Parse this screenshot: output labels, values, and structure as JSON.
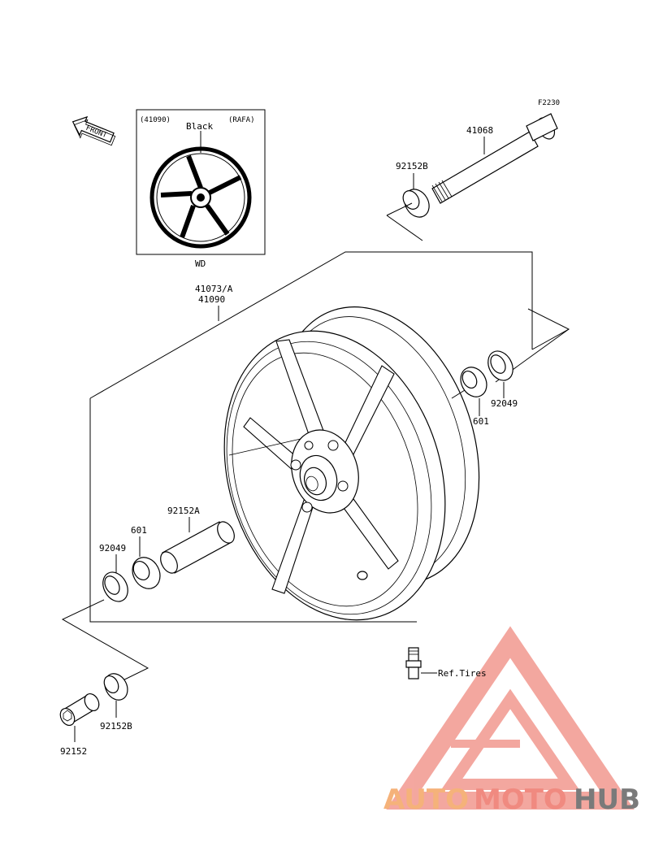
{
  "figure_code": "F2230",
  "front_arrow_text": "FRONT",
  "inset": {
    "part_no": "(41090)",
    "color": "Black",
    "variant": "(RAFA)",
    "note": "WD"
  },
  "parts": {
    "axle": "41068",
    "collar_right": "92152B",
    "wheel_line1": "41073/A",
    "wheel_line2": "41090",
    "bearing_right": "601",
    "seal_right": "92049",
    "spacer": "92152A",
    "bearing_left": "601",
    "seal_left": "92049",
    "collar_left": "92152B",
    "collar_outer": "92152",
    "valve_ref": "Ref.Tires"
  },
  "watermark": {
    "part1": "AUTO",
    "part2": "MOTO",
    "part3": "HUB",
    "color_auto": "#f5b27a",
    "color_moto": "#f08a80",
    "color_hub": "#7a7a7a",
    "triangle_color": "#f08a80"
  }
}
